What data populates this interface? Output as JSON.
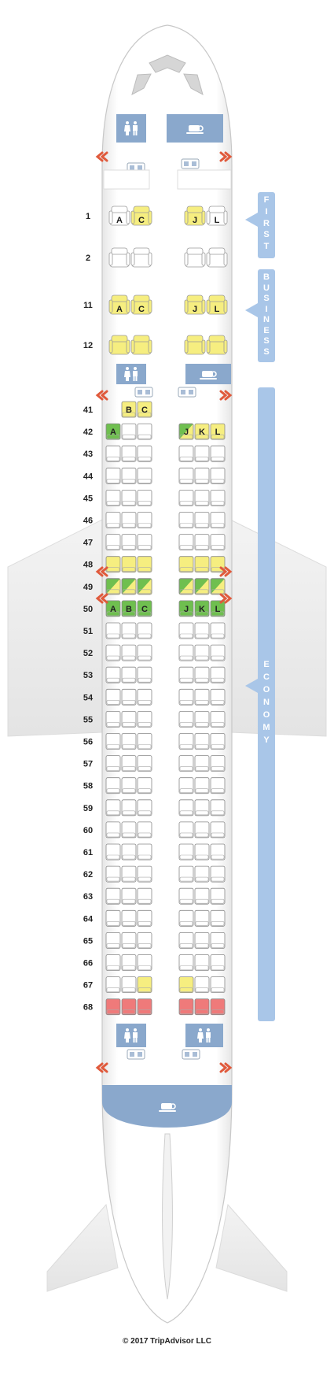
{
  "colors": {
    "first": "#f6ee80",
    "business": "#f6ee80",
    "extra_legroom": "#f6ee80",
    "preferred": "#6fbf4f",
    "exit_row_green": "#8fd05c",
    "limited_recline": "#ef7a7a",
    "standard": "#ffffff",
    "galley": "#8aa8cc",
    "cabin_label": "#a9c6e8",
    "exit_arrow": "#e05a3c"
  },
  "cabins": {
    "first": {
      "label": "FIRST"
    },
    "business": {
      "label": "BUSINESS"
    },
    "economy": {
      "label": "ECONOMY"
    }
  },
  "icons": {
    "lavatory": "lavatory-icon",
    "galley": "galley-icon",
    "exit": "exit-arrow-icon",
    "closet": "closet-icon"
  },
  "rows": [
    {
      "number": "1",
      "cabin": "first",
      "seats_left": [
        "A",
        "C"
      ],
      "seats_right": [
        "J",
        "L"
      ],
      "color_left": [
        "standard-first",
        "first"
      ],
      "color_right": [
        "first",
        "standard-first"
      ]
    },
    {
      "number": "2",
      "cabin": "first",
      "seats_left": [
        "",
        ""
      ],
      "seats_right": [
        "",
        ""
      ],
      "color_left": [
        "standard-first",
        "standard-first"
      ],
      "color_right": [
        "standard-first",
        "standard-first"
      ]
    },
    {
      "number": "11",
      "cabin": "business",
      "seats_left": [
        "A",
        "C"
      ],
      "seats_right": [
        "J",
        "L"
      ],
      "color_left": [
        "business",
        "business"
      ],
      "color_right": [
        "business",
        "business"
      ]
    },
    {
      "number": "12",
      "cabin": "business",
      "seats_left": [
        "",
        ""
      ],
      "seats_right": [
        "",
        ""
      ],
      "color_left": [
        "business",
        "business"
      ],
      "color_right": [
        "business",
        "business"
      ]
    }
  ],
  "economy_rows": [
    {
      "number": "41",
      "left": [
        "",
        "B",
        "C"
      ],
      "right": [],
      "left_color": [
        "none",
        "yellow",
        "yellow"
      ],
      "right_color": []
    },
    {
      "number": "42",
      "left": [
        "A",
        "",
        ""
      ],
      "right": [
        "J",
        "K",
        "L"
      ],
      "left_color": [
        "green",
        "std",
        "std"
      ],
      "right_color": [
        "yellow-green",
        "yellow",
        "yellow"
      ]
    },
    {
      "number": "43",
      "left": [
        "",
        "",
        ""
      ],
      "right": [
        "",
        "",
        ""
      ],
      "left_color": [
        "std",
        "std",
        "std"
      ],
      "right_color": [
        "std",
        "std",
        "std"
      ]
    },
    {
      "number": "44",
      "left": [
        "",
        "",
        ""
      ],
      "right": [
        "",
        "",
        ""
      ],
      "left_color": [
        "std",
        "std",
        "std"
      ],
      "right_color": [
        "std",
        "std",
        "std"
      ]
    },
    {
      "number": "45",
      "left": [
        "",
        "",
        ""
      ],
      "right": [
        "",
        "",
        ""
      ],
      "left_color": [
        "std",
        "std",
        "std"
      ],
      "right_color": [
        "std",
        "std",
        "std"
      ]
    },
    {
      "number": "46",
      "left": [
        "",
        "",
        ""
      ],
      "right": [
        "",
        "",
        ""
      ],
      "left_color": [
        "std",
        "std",
        "std"
      ],
      "right_color": [
        "std",
        "std",
        "std"
      ]
    },
    {
      "number": "47",
      "left": [
        "",
        "",
        ""
      ],
      "right": [
        "",
        "",
        ""
      ],
      "left_color": [
        "std",
        "std",
        "std"
      ],
      "right_color": [
        "std",
        "std",
        "std"
      ]
    },
    {
      "number": "48",
      "left": [
        "",
        "",
        ""
      ],
      "right": [
        "",
        "",
        ""
      ],
      "left_color": [
        "yellow",
        "yellow",
        "yellow"
      ],
      "right_color": [
        "yellow",
        "yellow",
        "yellow"
      ]
    },
    {
      "number": "49",
      "left": [
        "",
        "",
        ""
      ],
      "right": [
        "",
        "",
        ""
      ],
      "left_color": [
        "split",
        "split",
        "split"
      ],
      "right_color": [
        "split",
        "split",
        "split"
      ]
    },
    {
      "number": "50",
      "left": [
        "A",
        "B",
        "C"
      ],
      "right": [
        "J",
        "K",
        "L"
      ],
      "left_color": [
        "green",
        "green",
        "green"
      ],
      "right_color": [
        "green",
        "green",
        "green"
      ]
    },
    {
      "number": "51",
      "left": [
        "",
        "",
        ""
      ],
      "right": [
        "",
        "",
        ""
      ],
      "left_color": [
        "std",
        "std",
        "std"
      ],
      "right_color": [
        "std",
        "std",
        "std"
      ]
    },
    {
      "number": "52",
      "left": [
        "",
        "",
        ""
      ],
      "right": [
        "",
        "",
        ""
      ],
      "left_color": [
        "std",
        "std",
        "std"
      ],
      "right_color": [
        "std",
        "std",
        "std"
      ]
    },
    {
      "number": "53",
      "left": [
        "",
        "",
        ""
      ],
      "right": [
        "",
        "",
        ""
      ],
      "left_color": [
        "std",
        "std",
        "std"
      ],
      "right_color": [
        "std",
        "std",
        "std"
      ]
    },
    {
      "number": "54",
      "left": [
        "",
        "",
        ""
      ],
      "right": [
        "",
        "",
        ""
      ],
      "left_color": [
        "std",
        "std",
        "std"
      ],
      "right_color": [
        "std",
        "std",
        "std"
      ]
    },
    {
      "number": "55",
      "left": [
        "",
        "",
        ""
      ],
      "right": [
        "",
        "",
        ""
      ],
      "left_color": [
        "std",
        "std",
        "std"
      ],
      "right_color": [
        "std",
        "std",
        "std"
      ]
    },
    {
      "number": "56",
      "left": [
        "",
        "",
        ""
      ],
      "right": [
        "",
        "",
        ""
      ],
      "left_color": [
        "std",
        "std",
        "std"
      ],
      "right_color": [
        "std",
        "std",
        "std"
      ]
    },
    {
      "number": "57",
      "left": [
        "",
        "",
        ""
      ],
      "right": [
        "",
        "",
        ""
      ],
      "left_color": [
        "std",
        "std",
        "std"
      ],
      "right_color": [
        "std",
        "std",
        "std"
      ]
    },
    {
      "number": "58",
      "left": [
        "",
        "",
        ""
      ],
      "right": [
        "",
        "",
        ""
      ],
      "left_color": [
        "std",
        "std",
        "std"
      ],
      "right_color": [
        "std",
        "std",
        "std"
      ]
    },
    {
      "number": "59",
      "left": [
        "",
        "",
        ""
      ],
      "right": [
        "",
        "",
        ""
      ],
      "left_color": [
        "std",
        "std",
        "std"
      ],
      "right_color": [
        "std",
        "std",
        "std"
      ]
    },
    {
      "number": "60",
      "left": [
        "",
        "",
        ""
      ],
      "right": [
        "",
        "",
        ""
      ],
      "left_color": [
        "std",
        "std",
        "std"
      ],
      "right_color": [
        "std",
        "std",
        "std"
      ]
    },
    {
      "number": "61",
      "left": [
        "",
        "",
        ""
      ],
      "right": [
        "",
        "",
        ""
      ],
      "left_color": [
        "std",
        "std",
        "std"
      ],
      "right_color": [
        "std",
        "std",
        "std"
      ]
    },
    {
      "number": "62",
      "left": [
        "",
        "",
        ""
      ],
      "right": [
        "",
        "",
        ""
      ],
      "left_color": [
        "std",
        "std",
        "std"
      ],
      "right_color": [
        "std",
        "std",
        "std"
      ]
    },
    {
      "number": "63",
      "left": [
        "",
        "",
        ""
      ],
      "right": [
        "",
        "",
        ""
      ],
      "left_color": [
        "std",
        "std",
        "std"
      ],
      "right_color": [
        "std",
        "std",
        "std"
      ]
    },
    {
      "number": "64",
      "left": [
        "",
        "",
        ""
      ],
      "right": [
        "",
        "",
        ""
      ],
      "left_color": [
        "std",
        "std",
        "std"
      ],
      "right_color": [
        "std",
        "std",
        "std"
      ]
    },
    {
      "number": "65",
      "left": [
        "",
        "",
        ""
      ],
      "right": [
        "",
        "",
        ""
      ],
      "left_color": [
        "std",
        "std",
        "std"
      ],
      "right_color": [
        "std",
        "std",
        "std"
      ]
    },
    {
      "number": "66",
      "left": [
        "",
        "",
        ""
      ],
      "right": [
        "",
        "",
        ""
      ],
      "left_color": [
        "std",
        "std",
        "std"
      ],
      "right_color": [
        "std",
        "std",
        "std"
      ]
    },
    {
      "number": "67",
      "left": [
        "",
        "",
        ""
      ],
      "right": [
        "",
        "",
        ""
      ],
      "left_color": [
        "std",
        "std",
        "yellow"
      ],
      "right_color": [
        "yellow",
        "std",
        "std"
      ]
    },
    {
      "number": "68",
      "left": [
        "",
        "",
        ""
      ],
      "right": [
        "",
        "",
        ""
      ],
      "left_color": [
        "red",
        "red",
        "red"
      ],
      "right_color": [
        "red",
        "red",
        "red"
      ]
    }
  ],
  "footer": {
    "copyright": "© 2017 TripAdvisor LLC"
  }
}
